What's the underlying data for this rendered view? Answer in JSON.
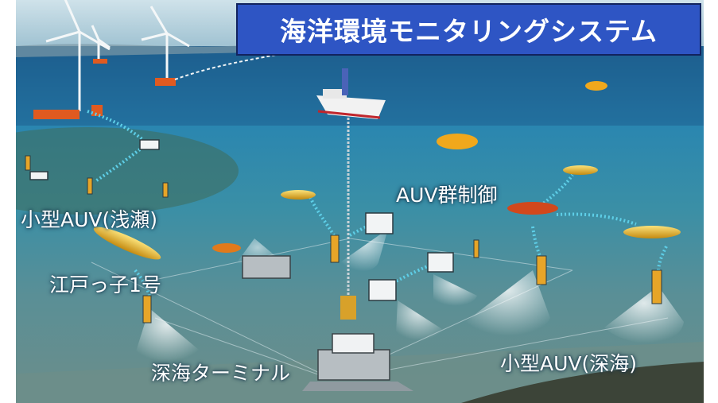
{
  "title": "海洋環境モニタリングシステム",
  "labels": {
    "small_auv_shallow": "小型AUV(浅瀬)",
    "edokko_1": "江戸っ子1号",
    "deep_terminal": "深海ターミナル",
    "auv_swarm_control": "AUV群制御",
    "small_auv_deep": "小型AUV(深海)"
  },
  "colors": {
    "title_bg": "#2e55c4",
    "title_border": "#12235e",
    "sky": "#8fb7c9",
    "ocean_surface": "#1d5f8e",
    "deep_water": "#5a8f96",
    "seabed": "#6d8f8a",
    "auv_yellow": "#e8b21f",
    "auv_orange": "#e46a28",
    "comm_link": "#5ecfe8"
  },
  "icons": [
    "wind-turbine-icon",
    "ship-icon",
    "auv-icon",
    "sensor-buoy-icon",
    "lander-icon",
    "seabed-terminal-icon"
  ]
}
